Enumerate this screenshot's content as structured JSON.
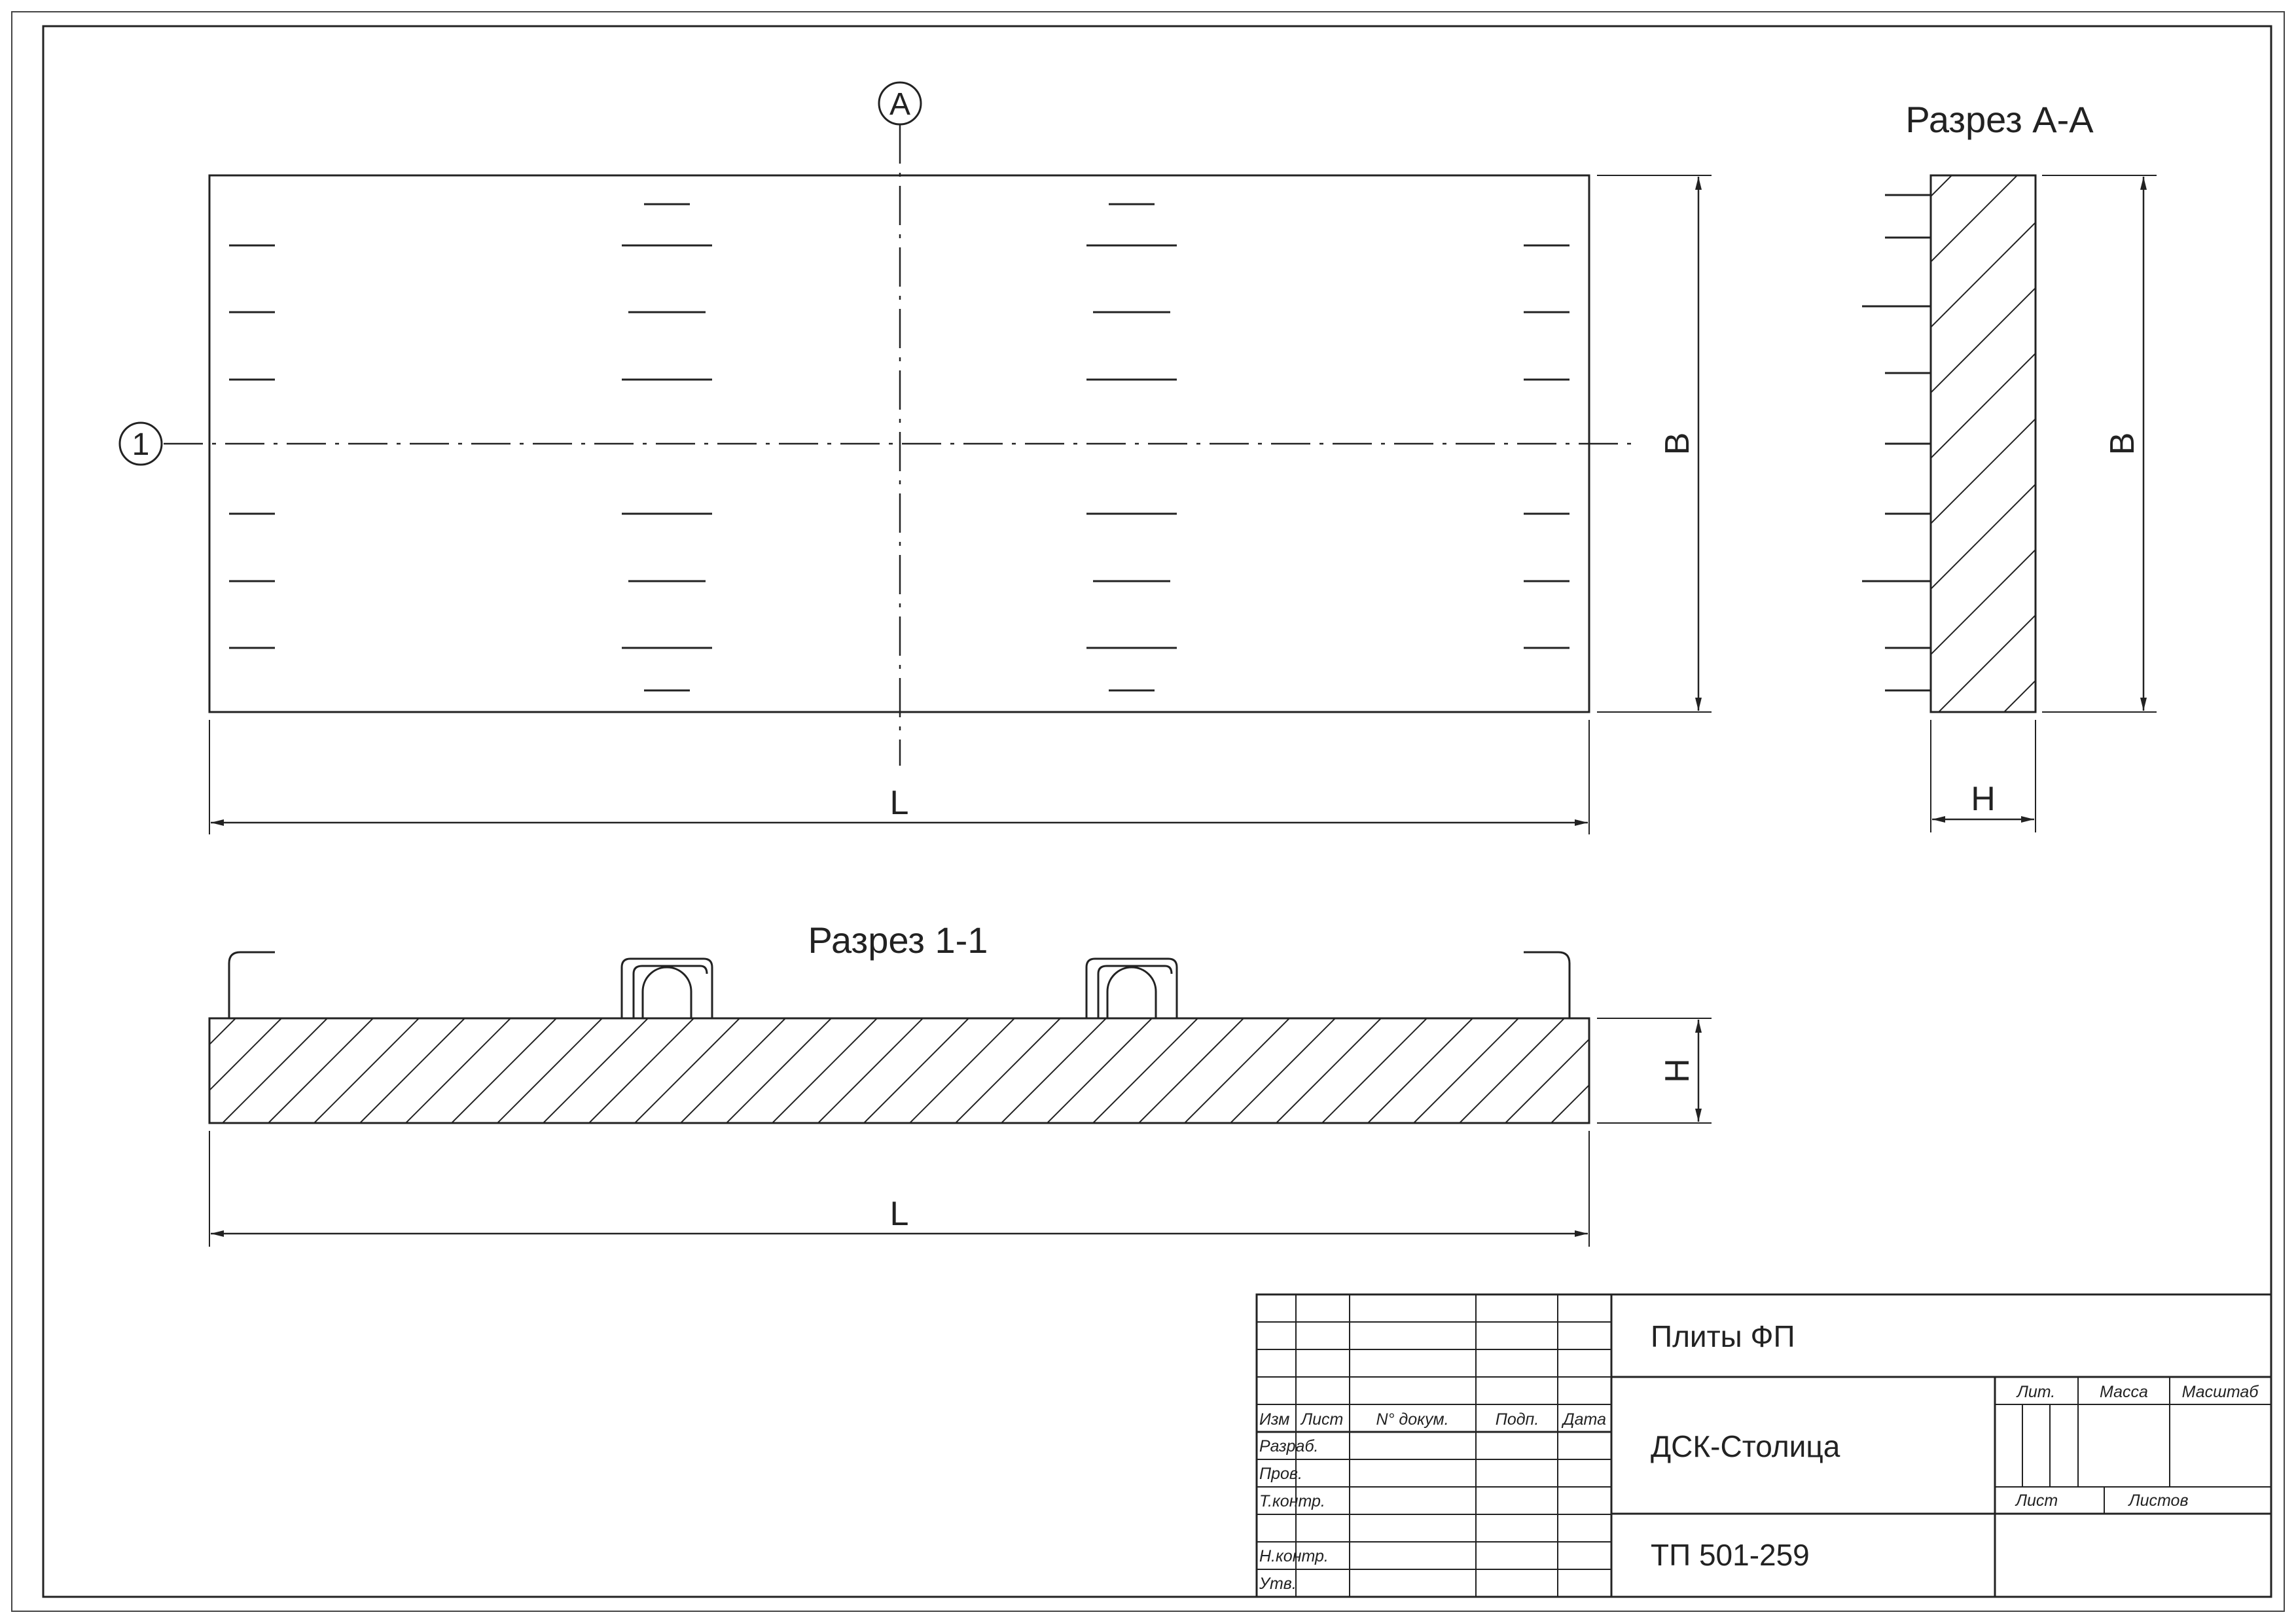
{
  "drawing": {
    "axis_a_label": "A",
    "axis_1_label": "1",
    "section_aa_title": "Разрез А-А",
    "section_11_title": "Разрез 1-1",
    "dim_length": "L",
    "dim_width": "B",
    "dim_height": "H"
  },
  "title_block": {
    "col_headers": {
      "izm": "Изм",
      "list": "Лист",
      "doc_no": "N° докум.",
      "sign": "Подп.",
      "date": "Дата"
    },
    "roles": {
      "developed": "Разраб.",
      "checked": "Пров.",
      "tech_control": "Т.контр.",
      "norm_control": "Н.контр.",
      "approved": "Утв."
    },
    "product_name": "Плиты ФП",
    "organization": "ДСК-Столица",
    "document_code": "ТП 501-259",
    "stage_headers": {
      "lit": "Лит.",
      "mass": "Масса",
      "scale": "Масштаб",
      "sheet": "Лист",
      "sheets": "Листов"
    }
  },
  "colors": {
    "line": "#222222",
    "paper": "#ffffff"
  }
}
